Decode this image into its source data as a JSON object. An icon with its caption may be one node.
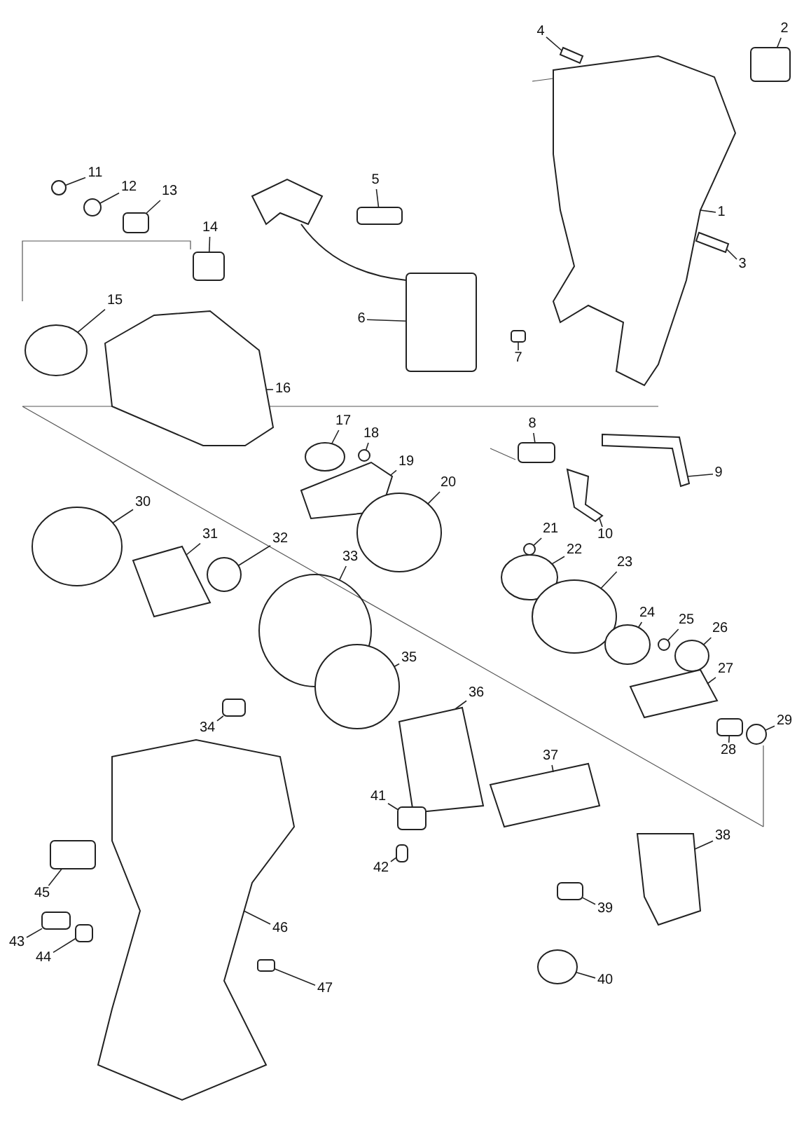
{
  "diagram": {
    "nodes": [
      {
        "text": [
          "1"
        ]
      },
      {
        "text": [
          "2"
        ]
      },
      {
        "text": [
          "3"
        ]
      },
      {
        "text": [
          "4"
        ]
      },
      {
        "text": [
          "5"
        ]
      },
      {
        "text": [
          "6"
        ]
      },
      {
        "text": [
          "7"
        ]
      },
      {
        "text": [
          "8"
        ]
      },
      {
        "text": [
          "9"
        ]
      },
      {
        "text": [
          "10"
        ]
      },
      {
        "text": [
          "11"
        ]
      },
      {
        "text": [
          "12"
        ]
      },
      {
        "text": [
          "13"
        ]
      },
      {
        "text": [
          "14"
        ]
      },
      {
        "text": [
          "15"
        ]
      },
      {
        "text": [
          "16"
        ]
      },
      {
        "text": [
          "17"
        ]
      },
      {
        "text": [
          "18"
        ]
      },
      {
        "text": [
          "19"
        ]
      },
      {
        "text": [
          "20"
        ]
      },
      {
        "text": [
          "21"
        ]
      },
      {
        "text": [
          "22"
        ]
      },
      {
        "text": [
          "23"
        ]
      },
      {
        "text": [
          "24"
        ]
      },
      {
        "text": [
          "25"
        ]
      },
      {
        "text": [
          "26"
        ]
      },
      {
        "text": [
          "27"
        ]
      },
      {
        "text": [
          "28"
        ]
      },
      {
        "text": [
          "29"
        ]
      },
      {
        "text": [
          "30"
        ]
      },
      {
        "text": [
          "31"
        ]
      },
      {
        "text": [
          "32"
        ]
      },
      {
        "text": [
          "33"
        ]
      },
      {
        "text": [
          "34"
        ]
      },
      {
        "text": [
          "35"
        ]
      },
      {
        "text": [
          "36"
        ]
      },
      {
        "text": [
          "37"
        ]
      },
      {
        "text": [
          "38"
        ]
      },
      {
        "text": [
          "39"
        ]
      },
      {
        "text": [
          "40"
        ]
      },
      {
        "text": [
          "41"
        ]
      },
      {
        "text": [
          "42"
        ]
      },
      {
        "text": [
          "43"
        ]
      },
      {
        "text": [
          "44"
        ]
      },
      {
        "text": [
          "45"
        ]
      },
      {
        "text": [
          "46"
        ]
      },
      {
        "text": [
          "47"
        ]
      },
      {
        "text": [],
        "shape": "picture"
      },
      {
        "text": [],
        "shape": "box"
      },
      {
        "text": [],
        "shape": "picture"
      },
      {
        "text": [],
        "shape": "picture"
      },
      {
        "text": [],
        "shape": "box"
      },
      {
        "text": [],
        "shape": "box"
      },
      {
        "text": [],
        "shape": "box"
      },
      {
        "text": [],
        "shape": "box"
      },
      {
        "text": [],
        "shape": "picture"
      },
      {
        "text": [],
        "shape": "picture"
      },
      {
        "text": [],
        "shape": "circle"
      },
      {
        "text": [],
        "shape": "circle"
      },
      {
        "text": [],
        "shape": "box"
      },
      {
        "text": [],
        "shape": "box"
      },
      {
        "text": [],
        "shape": "circle"
      },
      {
        "text": [],
        "shape": "picture"
      },
      {
        "text": [],
        "shape": "circle"
      },
      {
        "text": [],
        "shape": "circle"
      },
      {
        "text": [],
        "shape": "picture"
      },
      {
        "text": [],
        "shape": "circle"
      },
      {
        "text": [],
        "shape": "circle"
      },
      {
        "text": [],
        "shape": "circle"
      },
      {
        "text": [],
        "shape": "circle"
      },
      {
        "text": [],
        "shape": "circle"
      },
      {
        "text": [],
        "shape": "circle"
      },
      {
        "text": [],
        "shape": "circle"
      },
      {
        "text": [],
        "shape": "picture"
      },
      {
        "text": [],
        "shape": "box"
      },
      {
        "text": [],
        "shape": "circle"
      },
      {
        "text": [],
        "shape": "circle"
      },
      {
        "text": [],
        "shape": "picture"
      },
      {
        "text": [],
        "shape": "circle"
      },
      {
        "text": [],
        "shape": "circle"
      },
      {
        "text": [],
        "shape": "box"
      },
      {
        "text": [],
        "shape": "circle"
      },
      {
        "text": [],
        "shape": "picture"
      },
      {
        "text": [],
        "shape": "picture"
      },
      {
        "text": [],
        "shape": "picture"
      },
      {
        "text": [],
        "shape": "box"
      },
      {
        "text": [],
        "shape": "circle"
      },
      {
        "text": [],
        "shape": "box"
      },
      {
        "text": [],
        "shape": "box"
      },
      {
        "text": [],
        "shape": "box"
      },
      {
        "text": [],
        "shape": "box"
      },
      {
        "text": [],
        "shape": "box"
      },
      {
        "text": [],
        "shape": "picture"
      },
      {
        "text": [],
        "shape": "box"
      }
    ],
    "edges": [
      {
        "from": 0,
        "to": 47,
        "arrow": "none"
      },
      {
        "from": 1,
        "to": 48,
        "arrow": "none"
      },
      {
        "from": 2,
        "to": 49,
        "arrow": "none"
      },
      {
        "from": 3,
        "to": 50,
        "arrow": "none"
      },
      {
        "from": 4,
        "to": 51,
        "arrow": "none"
      },
      {
        "from": 5,
        "to": 52,
        "arrow": "none"
      },
      {
        "from": 6,
        "to": 53,
        "arrow": "none"
      },
      {
        "from": 7,
        "to": 54,
        "arrow": "none"
      },
      {
        "from": 8,
        "to": 55,
        "arrow": "none"
      },
      {
        "from": 9,
        "to": 56,
        "arrow": "none"
      },
      {
        "from": 10,
        "to": 57,
        "arrow": "none"
      },
      {
        "from": 11,
        "to": 58,
        "arrow": "none"
      },
      {
        "from": 12,
        "to": 59,
        "arrow": "none"
      },
      {
        "from": 13,
        "to": 60,
        "arrow": "none"
      },
      {
        "from": 14,
        "to": 61,
        "arrow": "none"
      },
      {
        "from": 15,
        "to": 62,
        "arrow": "none"
      },
      {
        "from": 16,
        "to": 63,
        "arrow": "none"
      },
      {
        "from": 17,
        "to": 64,
        "arrow": "none"
      },
      {
        "from": 18,
        "to": 65,
        "arrow": "none"
      },
      {
        "from": 19,
        "to": 66,
        "arrow": "none"
      },
      {
        "from": 20,
        "to": 67,
        "arrow": "none"
      },
      {
        "from": 21,
        "to": 68,
        "arrow": "none"
      },
      {
        "from": 22,
        "to": 69,
        "arrow": "none"
      },
      {
        "from": 23,
        "to": 70,
        "arrow": "none"
      },
      {
        "from": 24,
        "to": 71,
        "arrow": "none"
      },
      {
        "from": 25,
        "to": 72,
        "arrow": "none"
      },
      {
        "from": 26,
        "to": 73,
        "arrow": "none"
      },
      {
        "from": 27,
        "to": 74,
        "arrow": "none"
      },
      {
        "from": 28,
        "to": 75,
        "arrow": "none"
      },
      {
        "from": 29,
        "to": 76,
        "arrow": "none"
      },
      {
        "from": 30,
        "to": 77,
        "arrow": "none"
      },
      {
        "from": 31,
        "to": 78,
        "arrow": "none"
      },
      {
        "from": 32,
        "to": 79,
        "arrow": "none"
      },
      {
        "from": 33,
        "to": 80,
        "arrow": "none"
      },
      {
        "from": 34,
        "to": 81,
        "arrow": "none"
      },
      {
        "from": 35,
        "to": 82,
        "arrow": "none"
      },
      {
        "from": 36,
        "to": 83,
        "arrow": "none"
      },
      {
        "from": 37,
        "to": 84,
        "arrow": "none"
      },
      {
        "from": 38,
        "to": 85,
        "arrow": "none"
      },
      {
        "from": 39,
        "to": 86,
        "arrow": "none"
      },
      {
        "from": 40,
        "to": 87,
        "arrow": "none"
      },
      {
        "from": 41,
        "to": 88,
        "arrow": "none"
      },
      {
        "from": 42,
        "to": 89,
        "arrow": "none"
      },
      {
        "from": 43,
        "to": 90,
        "arrow": "none"
      },
      {
        "from": 44,
        "to": 91,
        "arrow": "none"
      },
      {
        "from": 45,
        "to": 92,
        "arrow": "none"
      },
      {
        "from": 46,
        "to": 93,
        "arrow": "none"
      }
    ]
  }
}
